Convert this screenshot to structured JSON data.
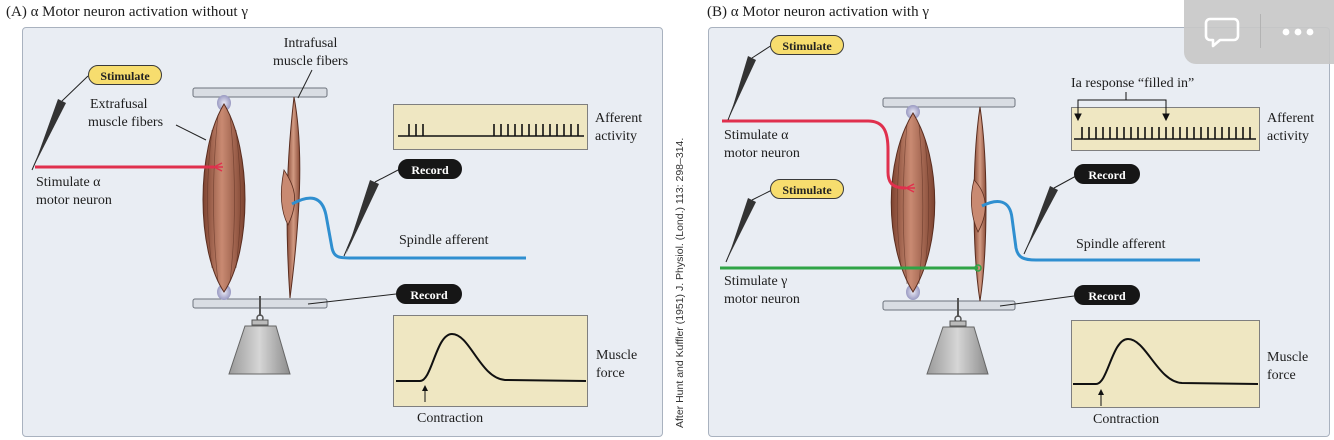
{
  "panel_a": {
    "title": "(A)  α Motor neuron activation without γ",
    "stimulate": "Stimulate",
    "extrafusal": [
      "Extrafusal",
      "muscle fibers"
    ],
    "intrafusal": [
      "Intrafusal",
      "muscle fibers"
    ],
    "stimulate_alpha": [
      "Stimulate α",
      "motor neuron"
    ],
    "record_top": "Record",
    "record_bottom": "Record",
    "afferent_activity": [
      "Afferent",
      "activity"
    ],
    "spindle_afferent": "Spindle afferent",
    "muscle_force": [
      "Muscle",
      "force"
    ],
    "contraction": "Contraction"
  },
  "panel_b": {
    "title": "(B)  α Motor neuron activation with γ",
    "stimulate_1": "Stimulate",
    "stimulate_2": "Stimulate",
    "stimulate_alpha": [
      "Stimulate α",
      "motor neuron"
    ],
    "stimulate_gamma": [
      "Stimulate γ",
      "motor neuron"
    ],
    "ia_response": "Ia response “filled in”",
    "record_top": "Record",
    "record_bottom": "Record",
    "afferent_activity": [
      "Afferent",
      "activity"
    ],
    "spindle_afferent": "Spindle afferent",
    "muscle_force": [
      "Muscle",
      "force"
    ],
    "contraction": "Contraction"
  },
  "credit": "After Hunt and Kuffler (1951) J. Physiol. (Lond.) 113: 298–314.",
  "overlay": {
    "comment_icon": "comment-icon",
    "more_icon": "more-icon"
  },
  "colors": {
    "panel_bg": "#e9edf3",
    "trace_bg": "#efe7c2",
    "alpha_axon": "#e0304d",
    "gamma_axon": "#2fa446",
    "spindle_afferent": "#2f8fd0",
    "muscle": "#b86f58",
    "stimulate_pill": "#f7dd6e",
    "record_pill": "#161616"
  }
}
